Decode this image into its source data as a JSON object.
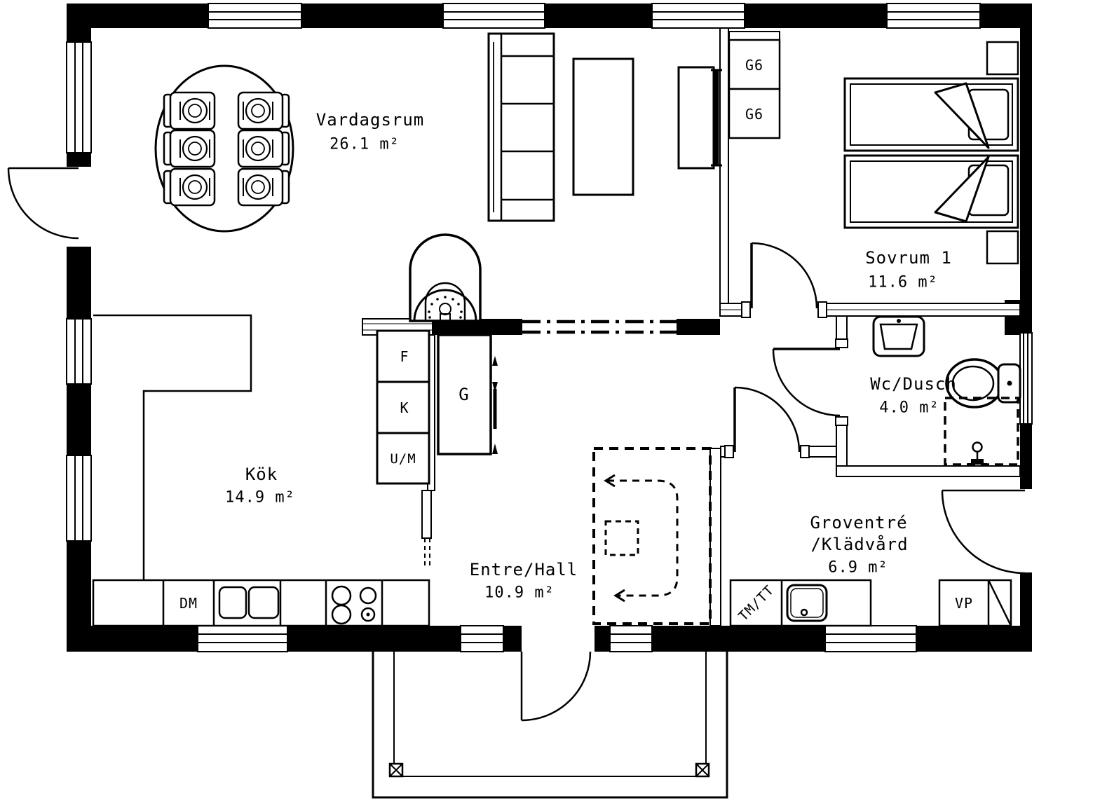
{
  "plan": {
    "background": "#ffffff",
    "line_color": "#000000",
    "rooms": [
      {
        "name": "Vardagsrum",
        "area": "26.1 m²"
      },
      {
        "name": "Kök",
        "area": "14.9 m²"
      },
      {
        "name": "Entre/Hall",
        "area": "10.9 m²"
      },
      {
        "name": "Sovrum 1",
        "area": "11.6 m²"
      },
      {
        "name": "Wc/Dusch",
        "area": "4.0 m²"
      },
      {
        "name": "Groventré",
        "name_line2": "/Klädvård",
        "area": "6.9 m²"
      }
    ],
    "fixture_labels": {
      "g6_1": "G6",
      "g6_2": "G6",
      "f": "F",
      "k": "K",
      "um": "U/M",
      "g": "G",
      "dm": "DM",
      "tm_tt": "TM/TT",
      "vp": "VP"
    }
  }
}
